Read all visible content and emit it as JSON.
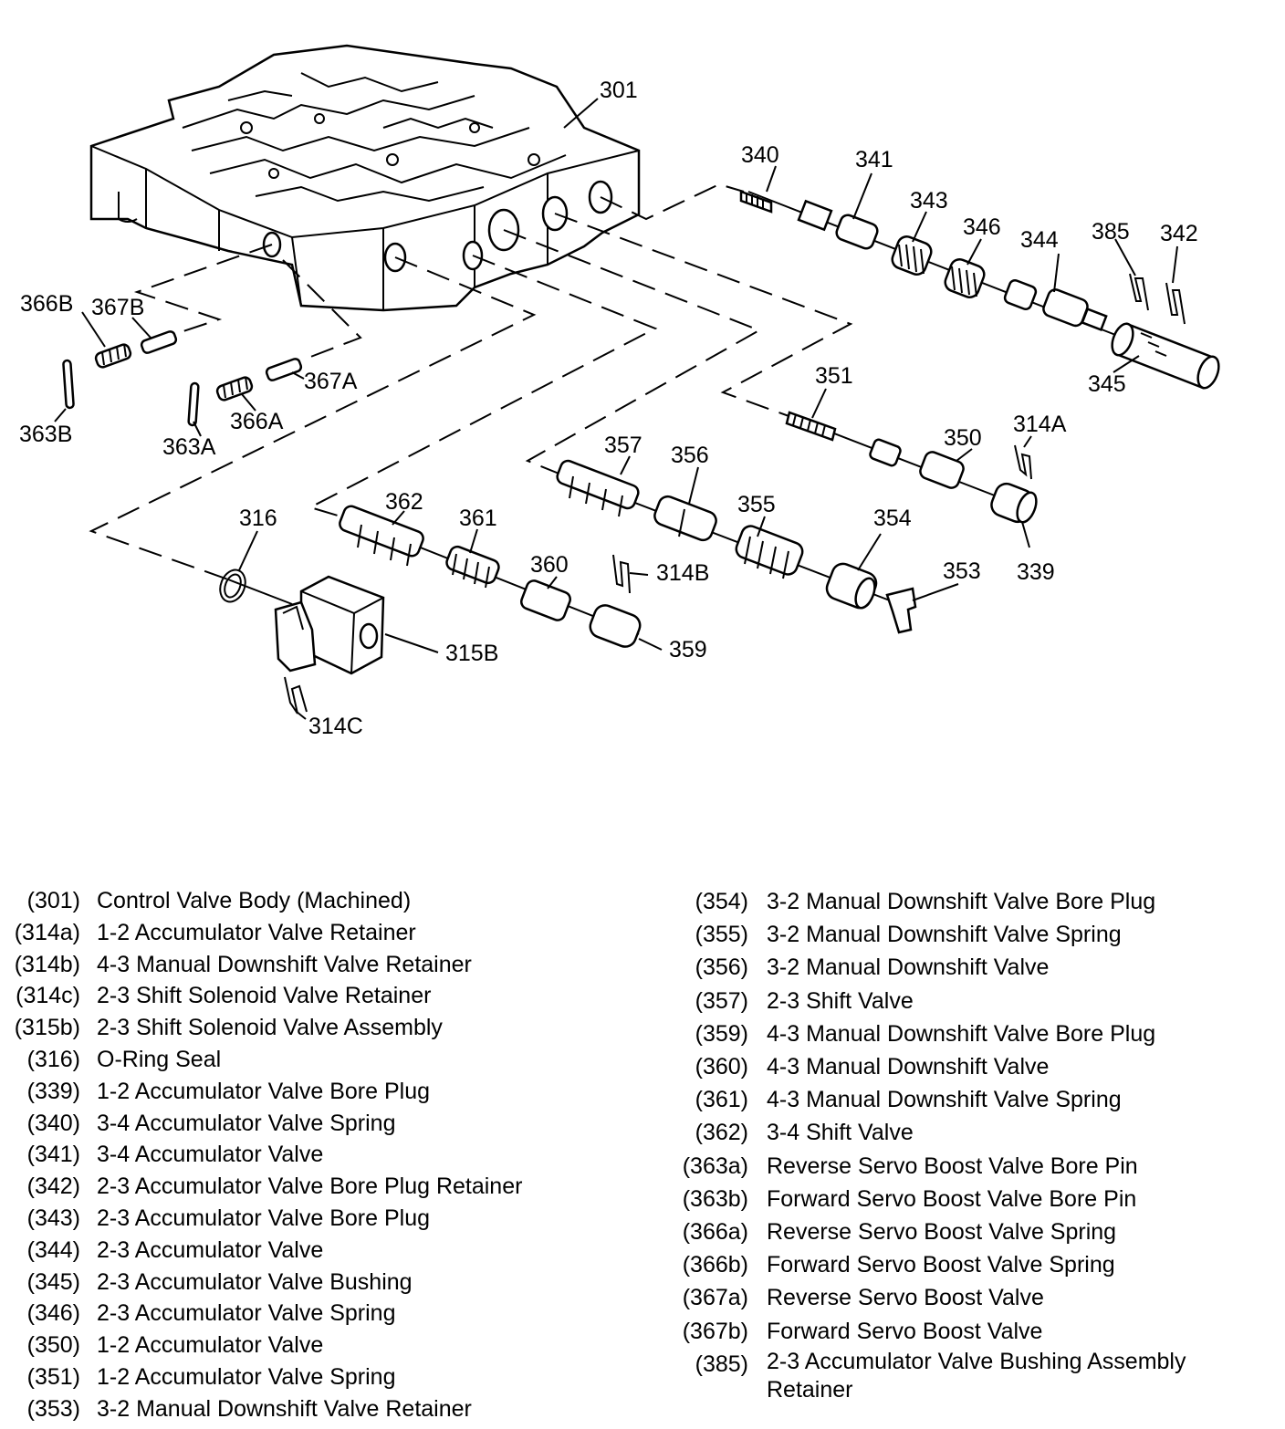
{
  "callouts": {
    "c301": "301",
    "c340": "340",
    "c341": "341",
    "c343": "343",
    "c346": "346",
    "c344": "344",
    "c385": "385",
    "c342": "342",
    "c345": "345",
    "c366B": "366B",
    "c367B": "367B",
    "c367A": "367A",
    "c363B": "363B",
    "c366A": "366A",
    "c363A": "363A",
    "c351": "351",
    "c357": "357",
    "c356": "356",
    "c350": "350",
    "c314A": "314A",
    "c362": "362",
    "c361": "361",
    "c355": "355",
    "c354": "354",
    "c316": "316",
    "c360": "360",
    "c314B": "314B",
    "c353": "353",
    "c339": "339",
    "c315B": "315B",
    "c359": "359",
    "c314C": "314C"
  },
  "legend": {
    "left": [
      {
        "num": "(301)",
        "desc": "Control Valve Body (Machined)"
      },
      {
        "num": "(314a)",
        "desc": "1-2 Accumulator Valve Retainer"
      },
      {
        "num": "(314b)",
        "desc": "4-3 Manual Downshift Valve Retainer"
      },
      {
        "num": "(314c)",
        "desc": "2-3 Shift Solenoid Valve Retainer"
      },
      {
        "num": "(315b)",
        "desc": "2-3 Shift Solenoid Valve Assembly"
      },
      {
        "num": "(316)",
        "desc": "O-Ring Seal"
      },
      {
        "num": "(339)",
        "desc": "1-2 Accumulator Valve Bore Plug"
      },
      {
        "num": "(340)",
        "desc": "3-4 Accumulator Valve Spring"
      },
      {
        "num": "(341)",
        "desc": "3-4 Accumulator Valve"
      },
      {
        "num": "(342)",
        "desc": "2-3 Accumulator Valve Bore Plug Retainer"
      },
      {
        "num": "(343)",
        "desc": "2-3 Accumulator Valve Bore Plug"
      },
      {
        "num": "(344)",
        "desc": "2-3 Accumulator Valve"
      },
      {
        "num": "(345)",
        "desc": "2-3 Accumulator Valve Bushing"
      },
      {
        "num": "(346)",
        "desc": "2-3 Accumulator Valve Spring"
      },
      {
        "num": "(350)",
        "desc": "1-2 Accumulator Valve"
      },
      {
        "num": "(351)",
        "desc": "1-2 Accumulator Valve Spring"
      },
      {
        "num": "(353)",
        "desc": "3-2 Manual Downshift Valve Retainer"
      }
    ],
    "right": [
      {
        "num": "(354)",
        "desc": "3-2 Manual Downshift Valve Bore Plug"
      },
      {
        "num": "(355)",
        "desc": "3-2 Manual Downshift Valve Spring"
      },
      {
        "num": "(356)",
        "desc": "3-2 Manual Downshift Valve"
      },
      {
        "num": "(357)",
        "desc": "2-3 Shift Valve"
      },
      {
        "num": "(359)",
        "desc": "4-3 Manual Downshift Valve Bore Plug"
      },
      {
        "num": "(360)",
        "desc": "4-3 Manual Downshift Valve"
      },
      {
        "num": "(361)",
        "desc": "4-3 Manual Downshift Valve Spring"
      },
      {
        "num": "(362)",
        "desc": "3-4 Shift Valve"
      },
      {
        "num": "(363a)",
        "desc": "Reverse Servo Boost Valve Bore Pin"
      },
      {
        "num": "(363b)",
        "desc": "Forward Servo Boost Valve Bore Pin"
      },
      {
        "num": "(366a)",
        "desc": "Reverse Servo Boost Valve Spring"
      },
      {
        "num": "(366b)",
        "desc": "Forward Servo Boost Valve Spring"
      },
      {
        "num": "(367a)",
        "desc": "Reverse Servo Boost Valve"
      },
      {
        "num": "(367b)",
        "desc": "Forward Servo Boost Valve"
      },
      {
        "num": "(385)",
        "desc": "2-3 Accumulator Valve Bushing Assembly Retainer"
      }
    ]
  }
}
